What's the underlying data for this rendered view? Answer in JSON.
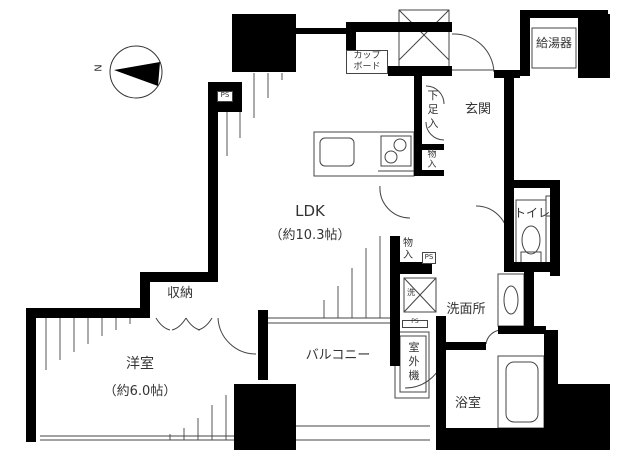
{
  "floor_plan": {
    "compass": {
      "label": "N",
      "icon": "north-arrow-icon"
    },
    "rooms": {
      "ldk": {
        "name": "LDK",
        "size": "（約10.3帖）"
      },
      "western_room": {
        "name": "洋室",
        "size": "（約6.0帖）"
      },
      "storage": {
        "name": "収納"
      },
      "balcony": {
        "name": "バルコニー"
      },
      "entrance": {
        "name": "玄関"
      },
      "toilet": {
        "name": "トイレ"
      },
      "washroom": {
        "name": "洗面所"
      },
      "bathroom": {
        "name": "浴室"
      }
    },
    "fixtures": {
      "cupboard": {
        "line1": "カップ",
        "line2": "ボード"
      },
      "water_heater": "給湯器",
      "shoe_box": [
        "下",
        "足",
        "入"
      ],
      "closet_1": [
        "物",
        "入"
      ],
      "closet_2": [
        "物",
        "入"
      ],
      "ac_unit": [
        "室",
        "外",
        "機"
      ],
      "washer_pan": "洗",
      "ps_labels": [
        "PS",
        "PS",
        "PS"
      ]
    }
  }
}
